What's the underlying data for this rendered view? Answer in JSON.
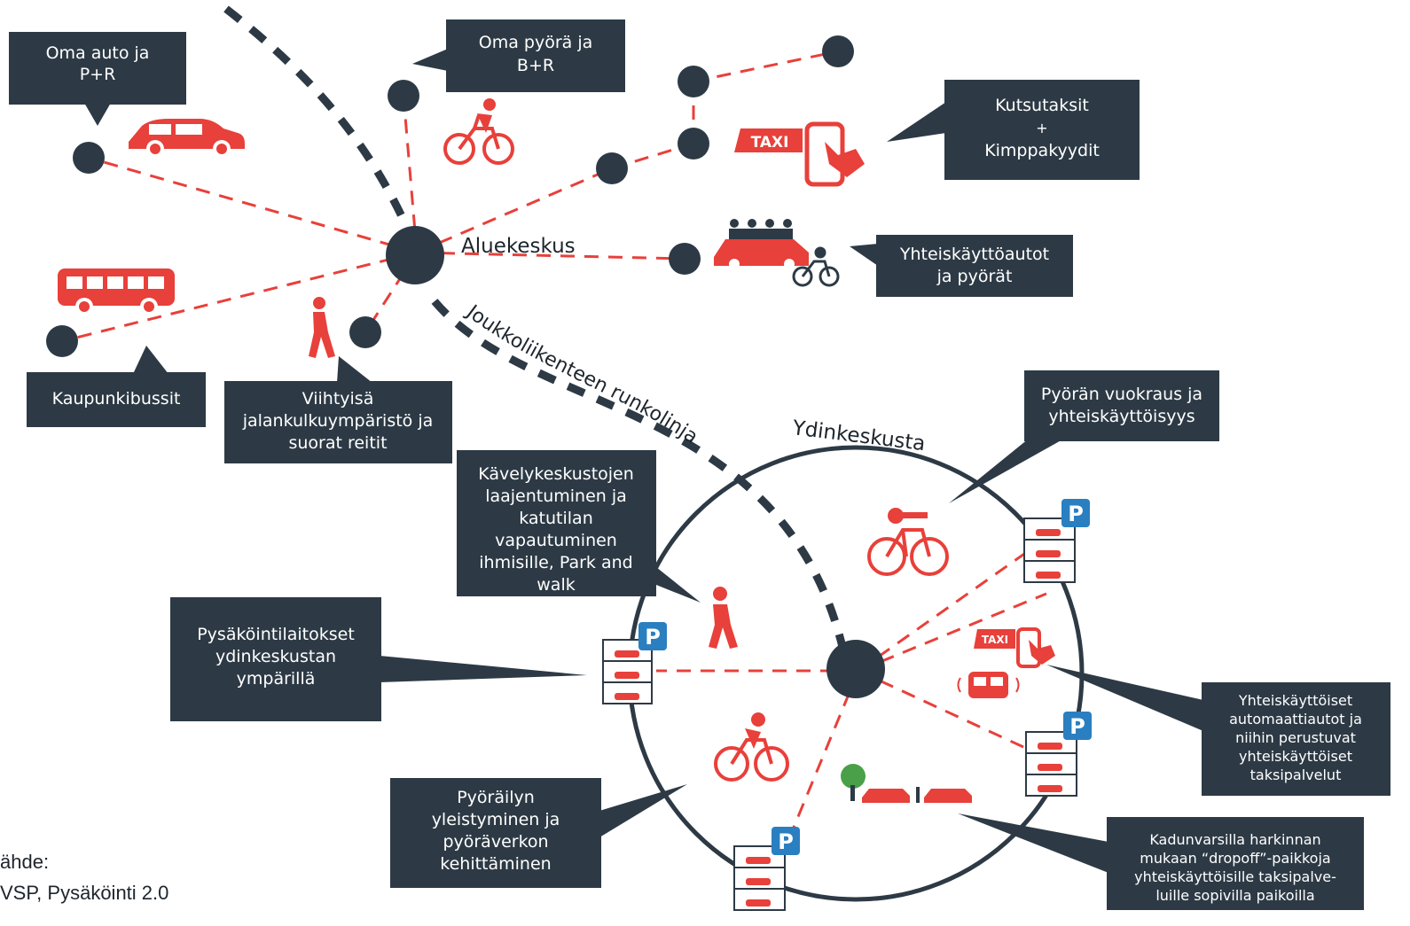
{
  "colors": {
    "box": "#2d3a45",
    "accent": "#e8403a",
    "parking": "#2a7fc1",
    "node": "#2d3a45"
  },
  "labels": {
    "aluekeskus": "Aluekeskus",
    "ydinkeskusta": "Ydinkeskusta",
    "runkolinja": "Joukkoliikenteen runkolinja"
  },
  "callouts": {
    "oma_auto": [
      "Oma auto ja",
      "P+R"
    ],
    "oma_pyora": [
      "Oma pyörä ja",
      "B+R"
    ],
    "kutsutaksit": [
      "Kutsutaksit",
      "+",
      "Kimppakyydit"
    ],
    "yhteiskayttoautot": [
      "Yhteiskäyttöautot",
      "ja pyörät"
    ],
    "kaupunkibussit": [
      "Kaupunkibussit"
    ],
    "viihtyisa": [
      "Viihtyisä",
      "jalankulkuympäristö ja",
      "suorat reitit"
    ],
    "kavelykeskustat": [
      "Kävelykeskustojen",
      "laajentuminen ja",
      "katutilan",
      "vapautuminen",
      "ihmisille, Park and",
      "walk"
    ],
    "pysakointilaitokset": [
      "Pysäköintilaitokset",
      "ydinkeskustan",
      "ympärillä"
    ],
    "pyorailyn": [
      "Pyöräilyn",
      "yleistyminen ja",
      "pyöräverkon",
      "kehittäminen"
    ],
    "pyoran_vuokraus": [
      "Pyörän vuokraus ja",
      "yhteiskäyttöisyys"
    ],
    "automaattiautot": [
      "Yhteiskäyttöiset",
      "automaattiautot ja",
      "niihin perustuvat",
      "yhteiskäyttöiset",
      "taksipalvelut"
    ],
    "kadunvarsilla": [
      "Kadunvarsilla harkinnan",
      "mukaan  “dropoff”-paikkoja",
      "yhteiskäyttöisille taksipalve-",
      "luille sopivilla paikoilla"
    ]
  },
  "icon_texts": {
    "taxi": "TAXI",
    "parking": "P"
  },
  "source": [
    "ähde:",
    "VSP, Pysäköinti 2.0"
  ]
}
